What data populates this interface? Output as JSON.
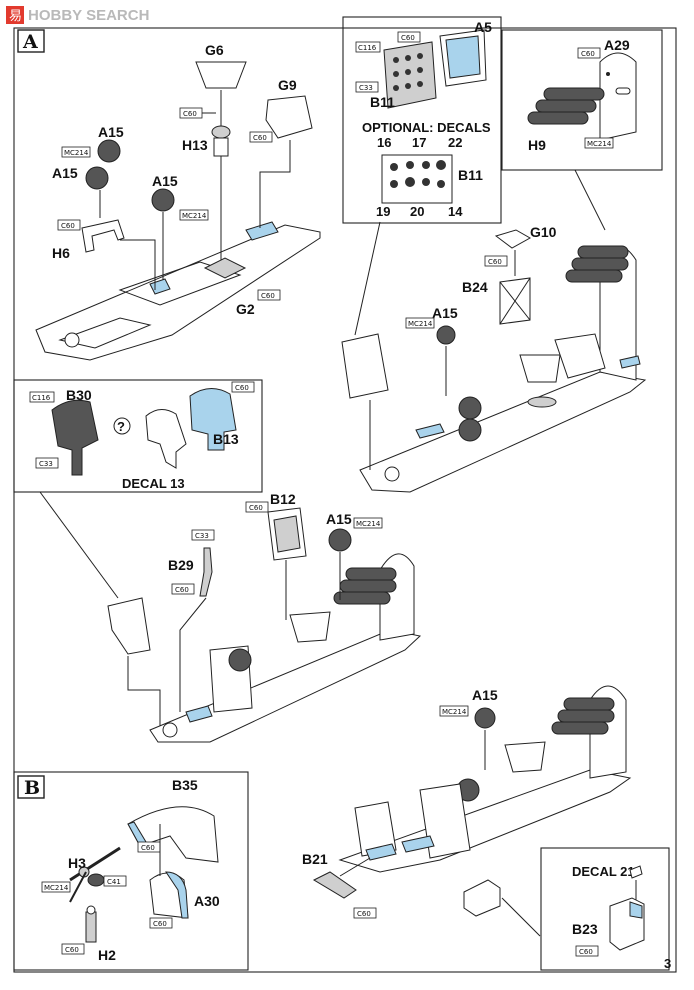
{
  "watermark": {
    "text": "HOBBY SEARCH",
    "logo_chars": "易"
  },
  "page_number": "3",
  "steps": {
    "a": "A",
    "b": "B"
  },
  "colors": {
    "highlight": "#a9d3ec",
    "line": "#222222"
  },
  "part_labels": {
    "g6": "G6",
    "h13": "H13",
    "g9": "G9",
    "a15_1": "A15",
    "a15_2": "A15",
    "a15_3": "A15",
    "h6": "H6",
    "g2": "G2",
    "a5": "A5",
    "b11": "B11",
    "optional": "OPTIONAL: DECALS",
    "d16": "16",
    "d17": "17",
    "d22": "22",
    "b11b": "B11",
    "d19": "19",
    "d20": "20",
    "d14": "14",
    "a29": "A29",
    "h9": "H9",
    "g10": "G10",
    "b24": "B24",
    "a15_4": "A15",
    "b30": "B30",
    "b13": "B13",
    "decal13": "DECAL 13",
    "question": "?",
    "b12": "B12",
    "a15_5": "A15",
    "b29": "B29",
    "a15_6": "A15",
    "b35": "B35",
    "h3": "H3",
    "a30": "A30",
    "h2": "H2",
    "b21": "B21",
    "decal21": "DECAL 21",
    "b23": "B23"
  },
  "color_codes": {
    "c60_g6": "C60",
    "c60_g9": "C60",
    "mc214_a": "MC214",
    "c60_h6": "C60",
    "mc214_b": "MC214",
    "c60_g2": "C60",
    "c60_a5": "C60",
    "c116_b11": "C116",
    "c33_b11": "C33",
    "c60_a29": "C60",
    "mc214_h9": "MC214",
    "c60_g10": "C60",
    "mc214_c": "MC214",
    "c116_b30": "C116",
    "c33_b30": "C33",
    "c60_b13": "C60",
    "c60_b12": "C60",
    "mc214_d": "MC214",
    "c33_b29": "C33",
    "c60_b29": "C60",
    "mc214_e": "MC214",
    "c60_b35": "C60",
    "mc214_h3": "MC214",
    "c41_h3": "C41",
    "c60_a30": "C60",
    "c60_h2": "C60",
    "c60_b21": "C60",
    "c60_b23": "C60"
  }
}
